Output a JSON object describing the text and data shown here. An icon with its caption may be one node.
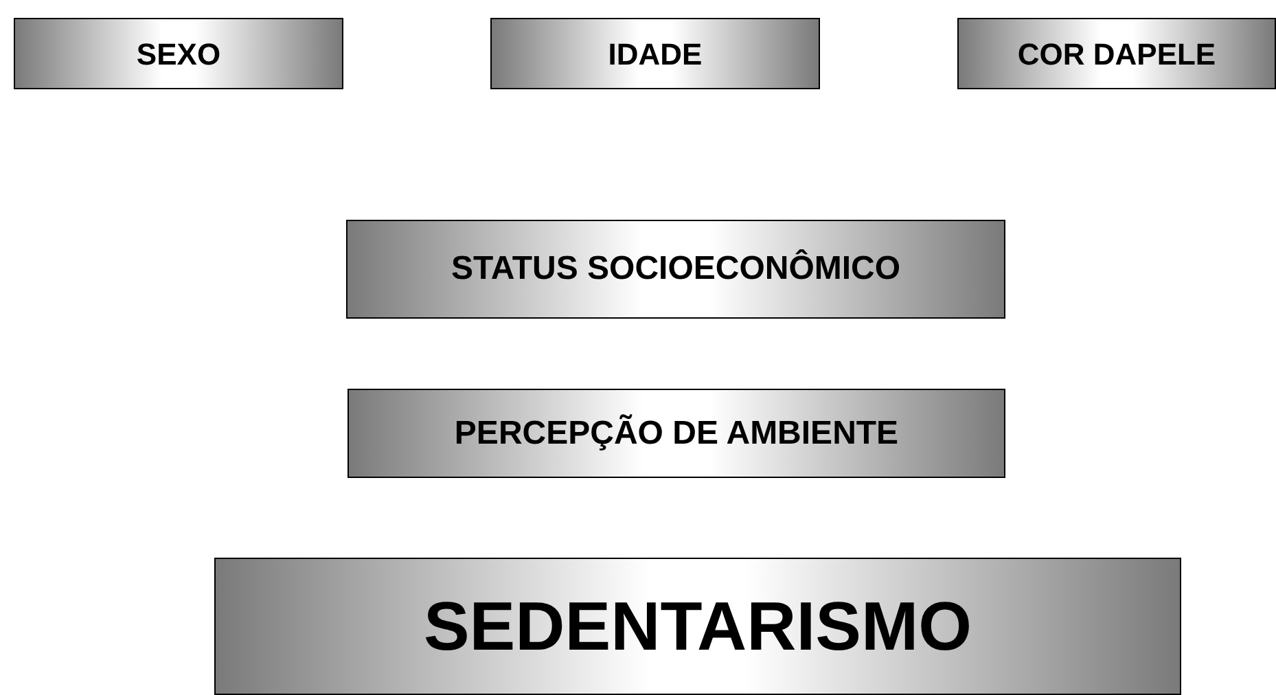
{
  "diagram": {
    "nodes": [
      {
        "text": [
          "SEXO"
        ]
      },
      {
        "text": [
          "IDADE"
        ]
      },
      {
        "text": [
          "COR DAPELE"
        ]
      },
      {
        "text": [
          "STATUS SOCIOECONÔMICO"
        ]
      },
      {
        "text": [
          "PERCEPÇÃO DE AMBIENTE"
        ]
      },
      {
        "text": [
          "SEDENTARISMO"
        ]
      }
    ]
  }
}
